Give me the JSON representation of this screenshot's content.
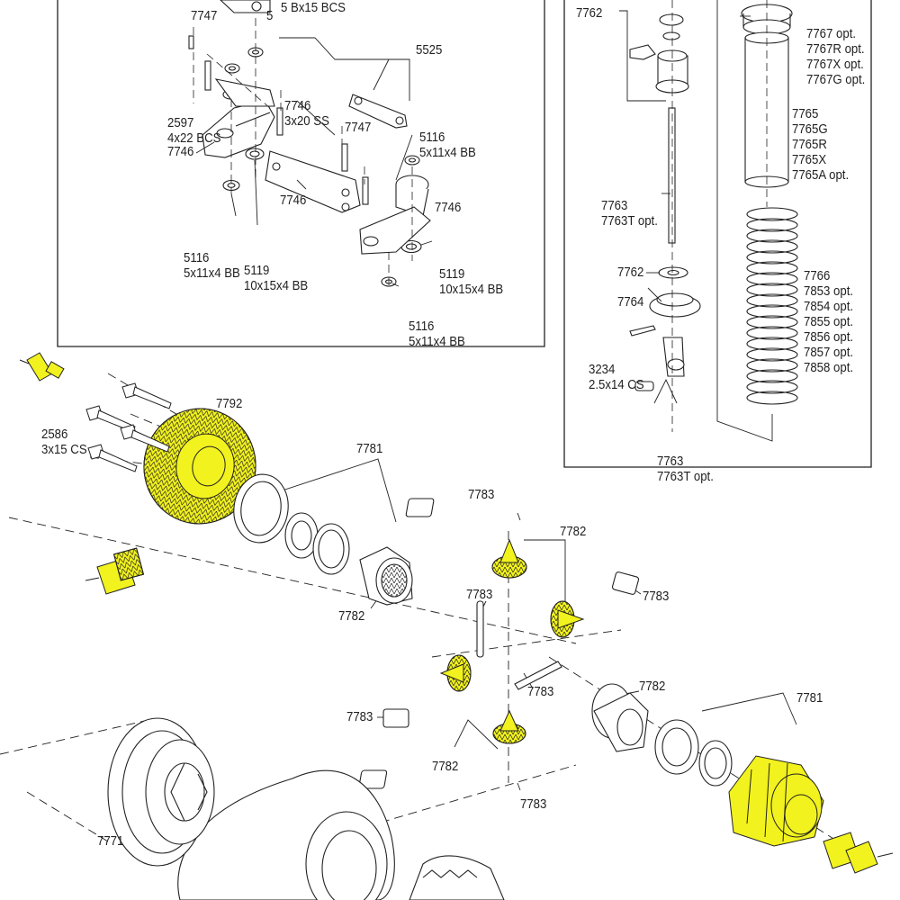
{
  "labels": {
    "top_partial_7747": "7747",
    "top_partial_5x15": "5 Bx15 BCS",
    "top_partial_5": "5",
    "l2597": [
      "2597",
      "4x22 BCS"
    ],
    "l7746a": "7746",
    "l5525": "5525",
    "l7746b": [
      "7746",
      "3x20 SS"
    ],
    "l7747b": "7747",
    "l5116a": [
      "5116",
      "5x11x4 BB"
    ],
    "l7746c": "7746",
    "l7746d": "7746",
    "l5116b": [
      "5116",
      "5x11x4 BB"
    ],
    "l5119a": [
      "5119",
      "10x15x4 BB"
    ],
    "l5119b": [
      "5119",
      "10x15x4 BB"
    ],
    "l5116c": [
      "5116",
      "5x11x4 BB"
    ],
    "l7762a": "7762",
    "l7767": [
      "7767 opt.",
      "7767R opt.",
      "7767X opt.",
      "7767G opt."
    ],
    "l7765": [
      "7765",
      "7765G",
      "7765R",
      "7765X",
      "7765A opt."
    ],
    "l7763a": [
      "7763",
      "7763T opt."
    ],
    "l7766": [
      "7766",
      "7853 opt.",
      "7854 opt.",
      "7855 opt.",
      "7856 opt.",
      "7857 opt.",
      "7858 opt."
    ],
    "l7762b": "7762",
    "l7764": "7764",
    "l3234": [
      "3234",
      "2.5x14 CS"
    ],
    "l7763b": [
      "7763",
      "7763T opt."
    ],
    "l2586": [
      "2586",
      "3x15 CS"
    ],
    "l7792": "7792",
    "l7781a": "7781",
    "l7783a": "7783",
    "l7782a": "7782",
    "l7783b": "7783",
    "l7783c": "7783",
    "l7782b": "7782",
    "l7783d": "7783",
    "l7783e": "7783",
    "l7782c": "7782",
    "l7782d": "7782",
    "l7783f": "7783",
    "l7781b": "7781",
    "l7771": "7771"
  },
  "colors": {
    "highlight": "#f2f21e",
    "line": "#222222"
  }
}
